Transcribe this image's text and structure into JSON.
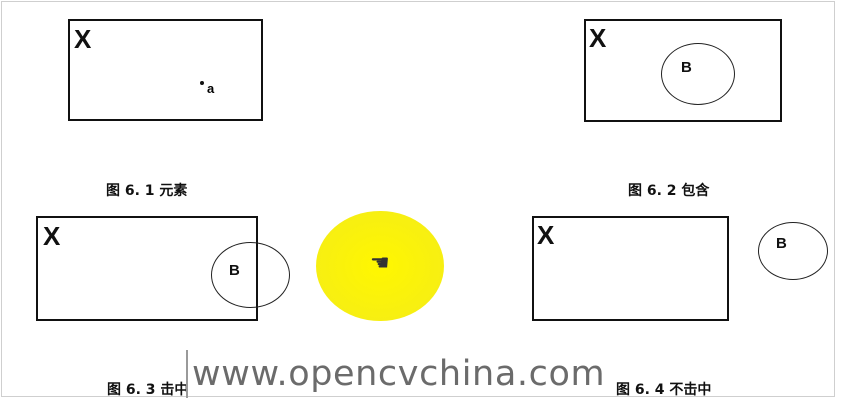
{
  "figures": [
    {
      "id": "6.1",
      "set_label": "X",
      "element_label": "a",
      "caption": "图 6. 1 元素"
    },
    {
      "id": "6.2",
      "set_label": "X",
      "inner_label": "B",
      "caption": "图 6. 2 包含"
    },
    {
      "id": "6.3",
      "set_label": "X",
      "inner_label": "B",
      "caption": "图 6. 3 击中"
    },
    {
      "id": "6.4",
      "set_label": "X",
      "inner_label": "B",
      "caption": "图 6. 4 不击中"
    }
  ],
  "cursor": {
    "icon": "hand-pointer-icon",
    "highlight_color": "#fff700"
  },
  "watermark": "www.opencvchina.com"
}
